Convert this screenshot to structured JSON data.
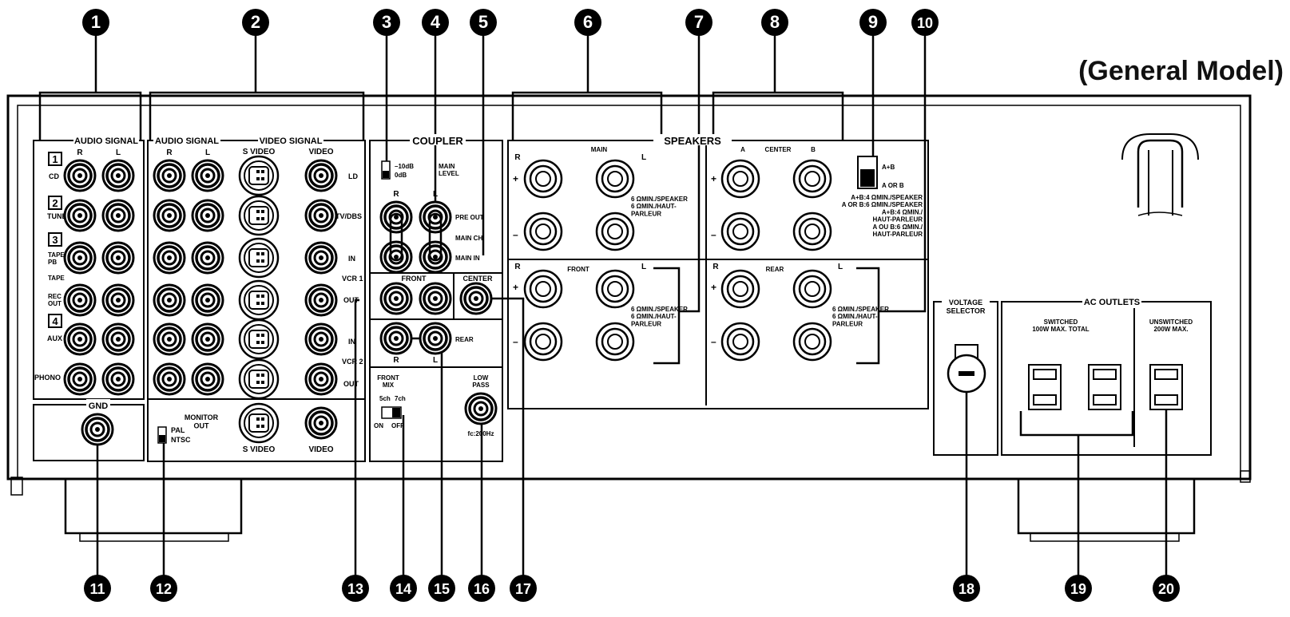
{
  "title": "(General Model)",
  "callouts": [
    "1",
    "2",
    "3",
    "4",
    "5",
    "6",
    "7",
    "8",
    "9",
    "10",
    "11",
    "12",
    "13",
    "14",
    "15",
    "16",
    "17",
    "18",
    "19",
    "20"
  ],
  "sections": {
    "audio_signal": "AUDIO SIGNAL",
    "video_signal": "VIDEO SIGNAL",
    "coupler": "COUPLER",
    "speakers": "SPEAKERS",
    "gnd": "GND",
    "voltage_selector": "VOLTAGE\nSELECTOR",
    "ac_outlets": "AC OUTLETS"
  },
  "channels": {
    "r": "R",
    "l": "L"
  },
  "inputs": {
    "n1": "1",
    "cd": "CD",
    "n2": "2",
    "tuner": "TUNER",
    "n3": "3",
    "tape_pb": "TAPE\nPB",
    "tape": "TAPE",
    "rec_out": "REC\nOUT",
    "n4": "4",
    "aux1": "AUX 1",
    "phono": "PHONO"
  },
  "video": {
    "s_video": "S VIDEO",
    "video": "VIDEO",
    "ld": "LD",
    "tv_dbs": "TV/DBS",
    "in": "IN",
    "vcr1": "VCR 1",
    "out": "OUT",
    "vcr2": "VCR 2",
    "monitor_out": "MONITOR\nOUT",
    "pal": "PAL",
    "ntsc": "NTSC"
  },
  "coupler": {
    "level_m10": "–10dB",
    "level_0": "0dB",
    "main_level": "MAIN\nLEVEL",
    "pre_out": "PRE OUT",
    "main_ch": "MAIN CH",
    "main_in": "MAIN IN",
    "front": "FRONT",
    "center": "CENTER",
    "rear": "REAR",
    "front_mix": "FRONT\nMIX",
    "ch5": "5ch",
    "ch7": "7ch",
    "on": "ON",
    "off": "OFF",
    "low_pass": "LOW\nPASS",
    "fc": "fc:200Hz"
  },
  "speakers": {
    "main": "MAIN",
    "front": "FRONT",
    "center": "CENTER",
    "rear": "REAR",
    "a": "A",
    "b": "B",
    "plus": "+",
    "minus": "–",
    "imp_main": "6 ΩMIN./SPEAKER\n6 ΩMIN./HAUT-\nPARLEUR",
    "ab": "A+B",
    "a_or_b": "A OR B",
    "imp_center": "A+B:4 ΩMIN./SPEAKER\nA OR B:6 ΩMIN./SPEAKER\nA+B:4 ΩMIN./\nHAUT-PARLEUR\nA OU B:6 ΩMIN./\nHAUT-PARLEUR"
  },
  "ac": {
    "switched": "SWITCHED\n100W MAX. TOTAL",
    "unswitched": "UNSWITCHED\n200W MAX."
  }
}
